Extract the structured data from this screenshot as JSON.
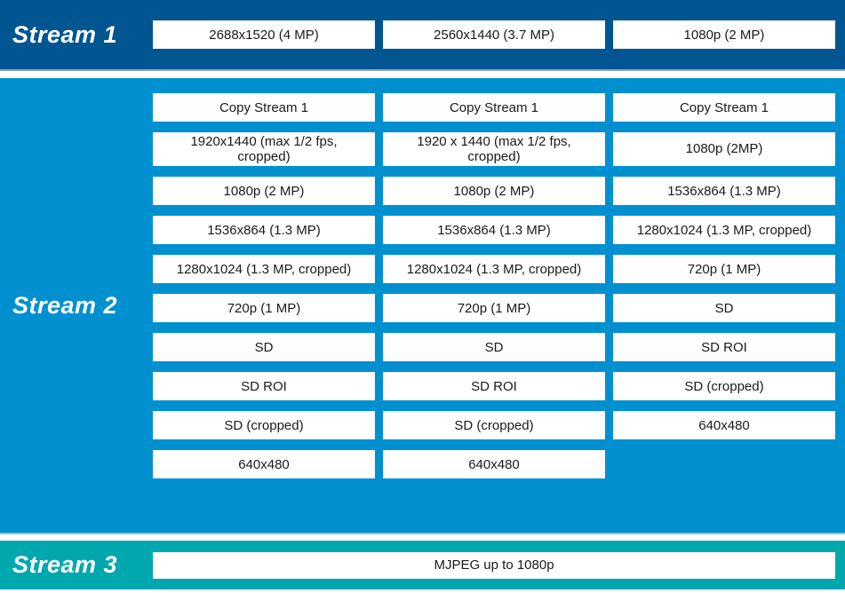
{
  "colors": {
    "stream1_bg": "#015590",
    "stream2_bg": "#0090d0",
    "stream3_bg": "#00a8ae"
  },
  "stream1": {
    "label": "Stream 1",
    "options": [
      "2688x1520 (4 MP)",
      "2560x1440 (3.7 MP)",
      "1080p (2 MP)"
    ]
  },
  "stream2": {
    "label": "Stream 2",
    "columns": [
      {
        "options": [
          "Copy Stream 1",
          "1920x1440 (max 1/2 fps, cropped)",
          "1080p (2 MP)",
          "1536x864 (1.3 MP)",
          "1280x1024 (1.3 MP, cropped)",
          "720p (1 MP)",
          "SD",
          "SD ROI",
          "SD (cropped)",
          "640x480"
        ]
      },
      {
        "options": [
          "Copy Stream 1",
          "1920 x 1440 (max 1/2 fps, cropped)",
          "1080p (2 MP)",
          "1536x864 (1.3 MP)",
          "1280x1024 (1.3 MP, cropped)",
          "720p (1 MP)",
          "SD",
          "SD ROI",
          "SD (cropped)",
          "640x480"
        ]
      },
      {
        "options": [
          "Copy Stream 1",
          "1080p (2MP)",
          "1536x864 (1.3 MP)",
          "1280x1024 (1.3 MP, cropped)",
          "720p (1 MP)",
          "SD",
          "SD ROI",
          "SD (cropped)",
          "640x480"
        ]
      }
    ]
  },
  "stream3": {
    "label": "Stream 3",
    "options": [
      "MJPEG up to 1080p"
    ]
  }
}
